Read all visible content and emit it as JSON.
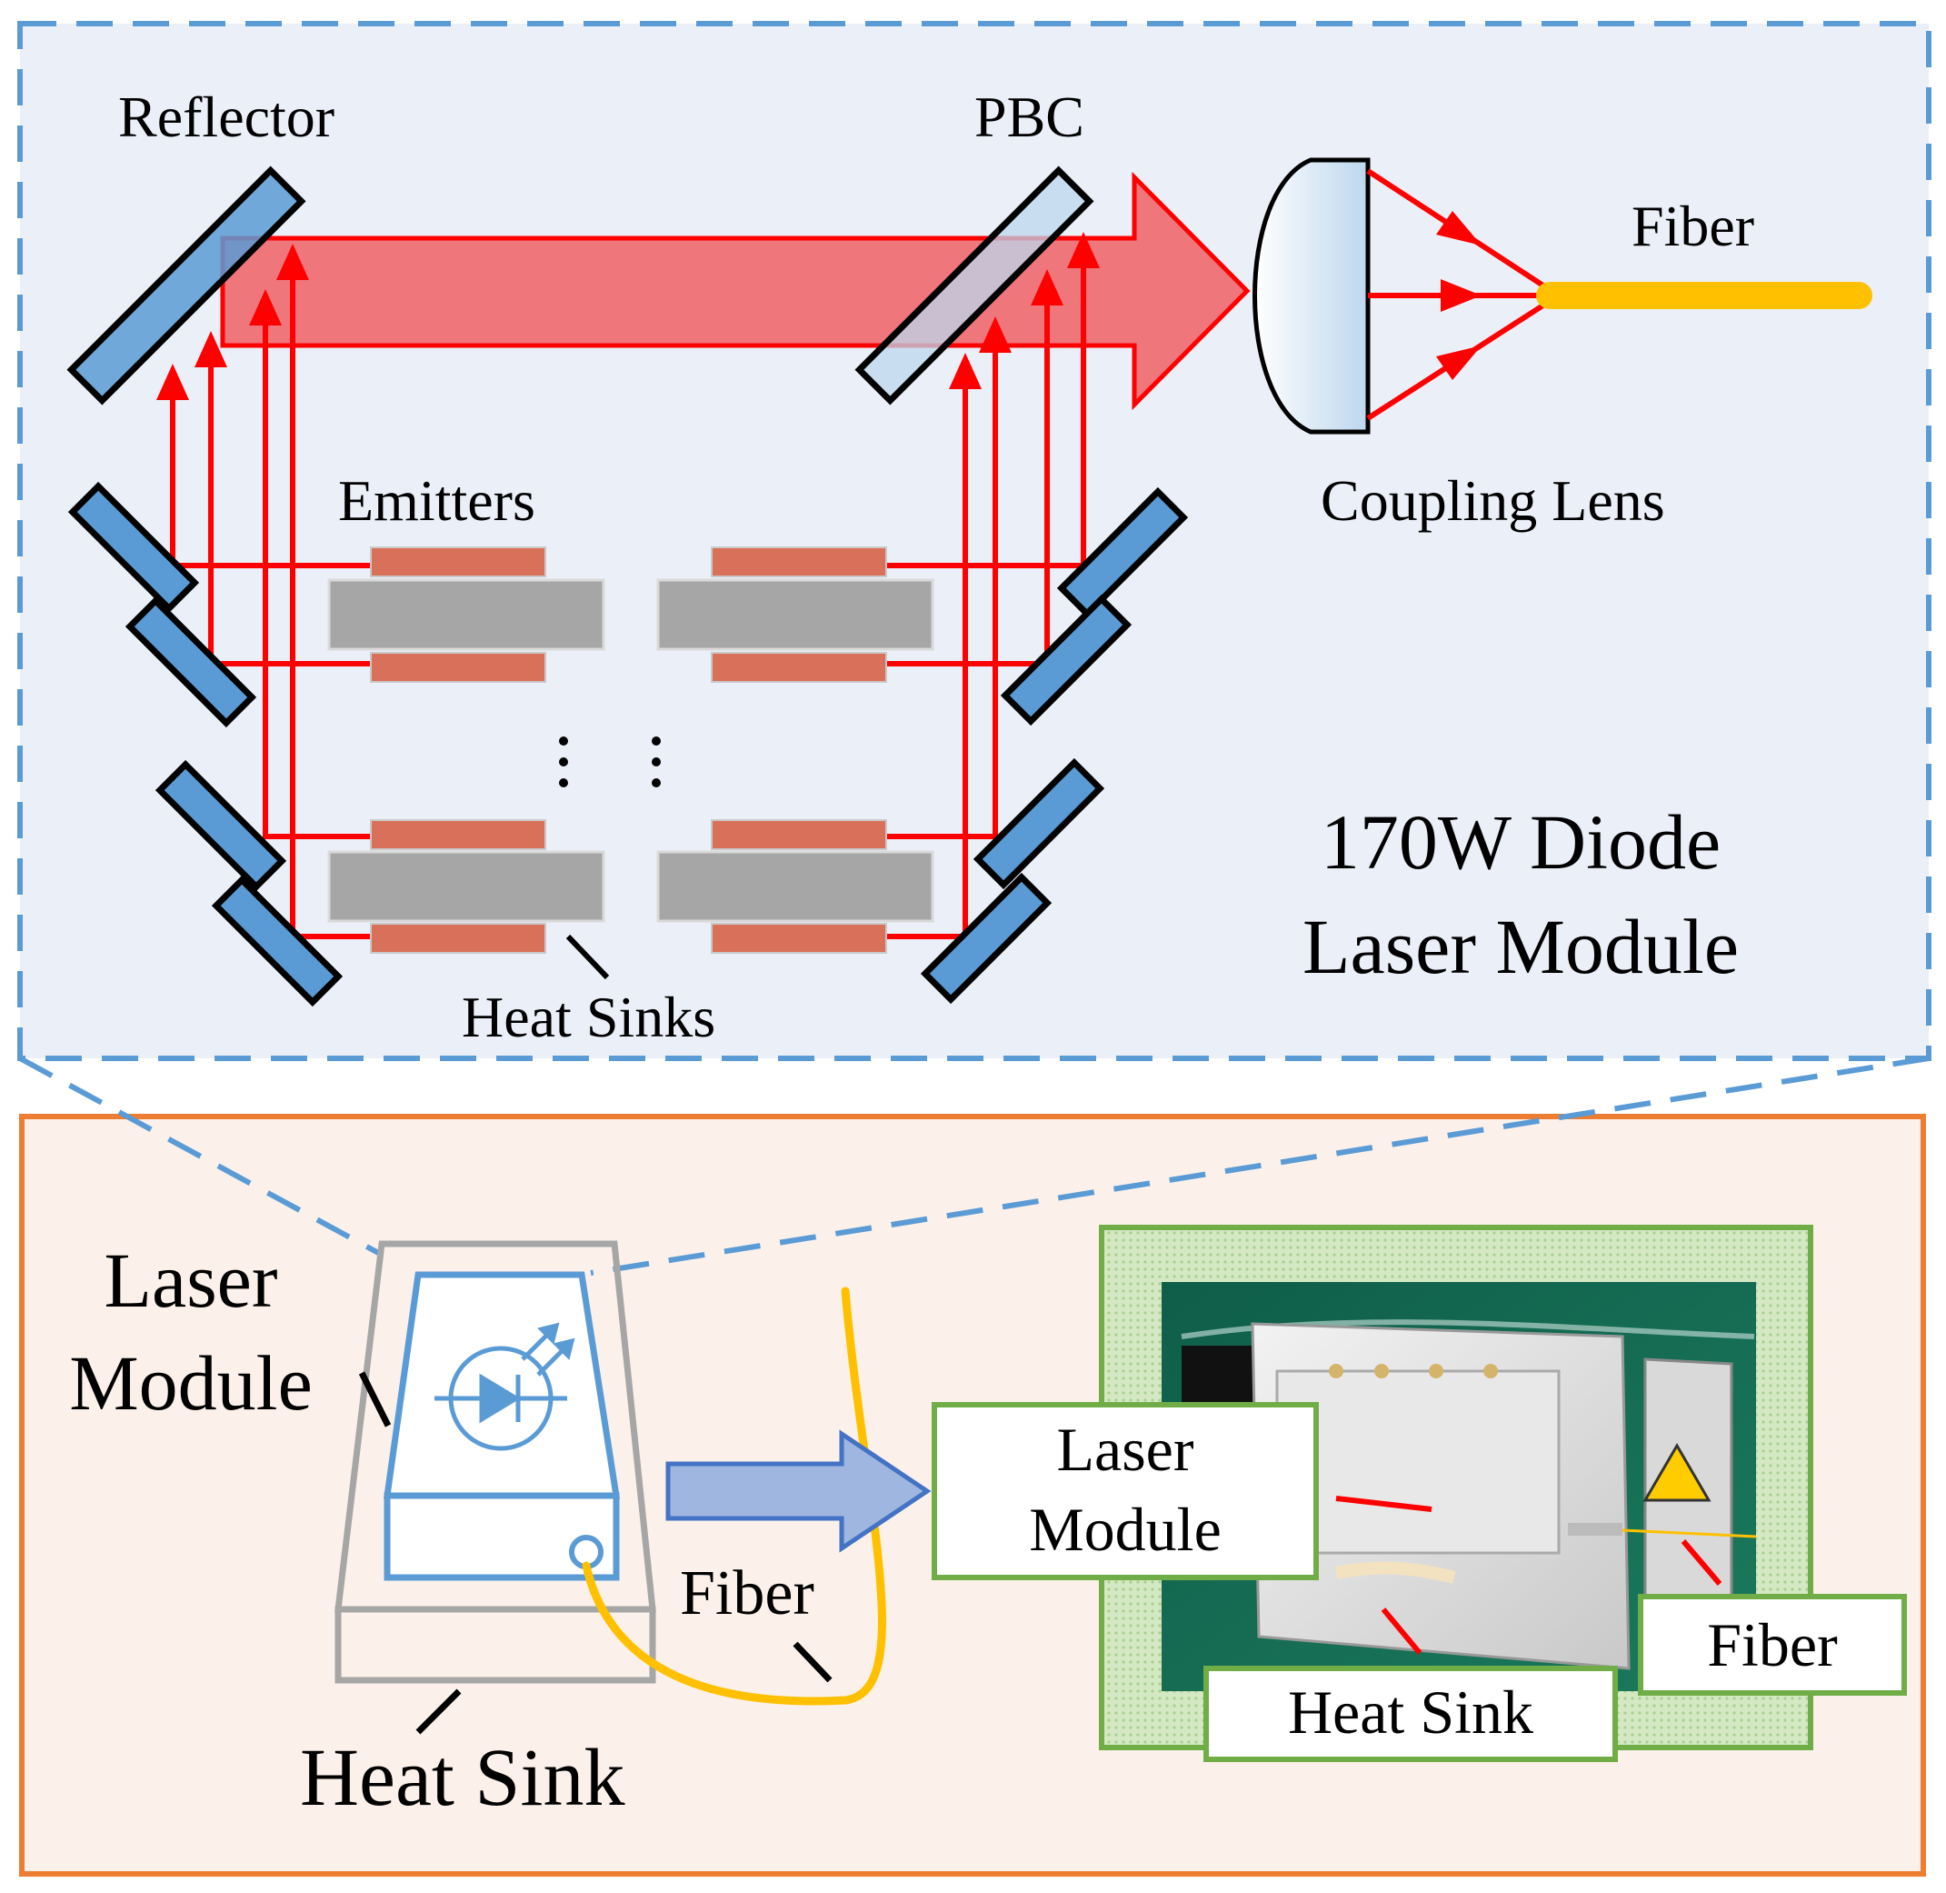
{
  "top_panel": {
    "reflector_label": "Reflector",
    "pbc_label": "PBC",
    "fiber_label": "Fiber",
    "coupling_lens_label": "Coupling Lens",
    "emitters_label": "Emitters",
    "heat_sinks_label": "Heat Sinks",
    "module_title_line1": "170W Diode",
    "module_title_line2": "Laser Module"
  },
  "bottom_panel": {
    "laser_module_label_line1": "Laser",
    "laser_module_label_line2": "Module",
    "fiber_label": "Fiber",
    "heat_sink_label": "Heat Sink",
    "photo_laser_module_line1": "Laser",
    "photo_laser_module_line2": "Module",
    "photo_fiber_label": "Fiber",
    "photo_heat_sink_label": "Heat Sink"
  },
  "colors": {
    "top_bg": "#ebf0f8",
    "top_border": "#5b9bd5",
    "bottom_bg": "#fbf1ea",
    "bottom_border": "#ed7d31",
    "beam_red": "#ff0000",
    "mirror_blue": "#5b9bd5",
    "pbc_fill": "#bdd7ee",
    "emitter_orange": "#d9705a",
    "heat_sink_gray": "#a6a6a6",
    "fiber_yellow": "#ffc000",
    "photo_frame_green": "#70ad47"
  }
}
